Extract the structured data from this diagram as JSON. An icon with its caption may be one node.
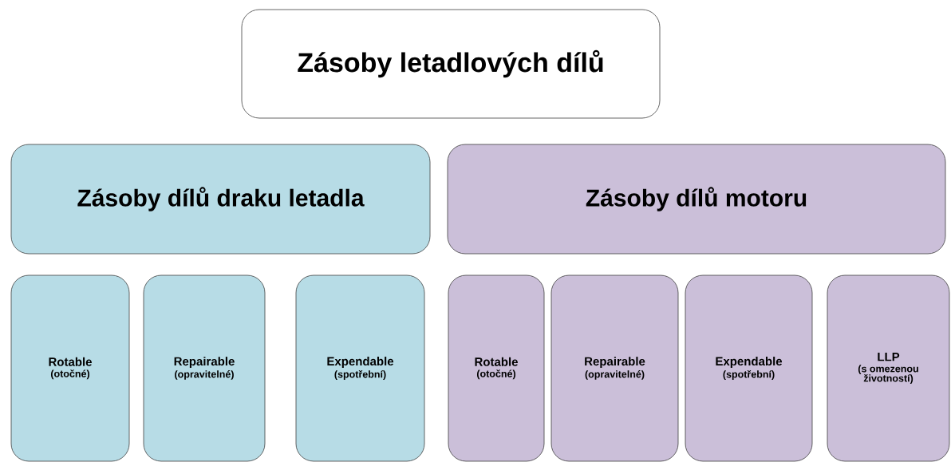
{
  "diagram": {
    "nodes": [
      {
        "text": [
          "Zásoby letadlových dílů"
        ]
      },
      {
        "text": [
          "Zásoby dílů draku letadla"
        ]
      },
      {
        "text": [
          "Zásoby dílů motoru"
        ]
      },
      {
        "text": [
          "Rotable",
          "(otočné)"
        ]
      },
      {
        "text": [
          "Repairable",
          "(opravitelné)"
        ]
      },
      {
        "text": [
          "Expendable",
          "(spotřební)"
        ]
      },
      {
        "text": [
          "Rotable",
          "(otočné)"
        ]
      },
      {
        "text": [
          "Repairable",
          "(opravitelné)"
        ]
      },
      {
        "text": [
          "Expendable",
          "(spotřební)"
        ]
      },
      {
        "text": [
          "LLP",
          "(s omezenou životností)"
        ]
      }
    ]
  }
}
